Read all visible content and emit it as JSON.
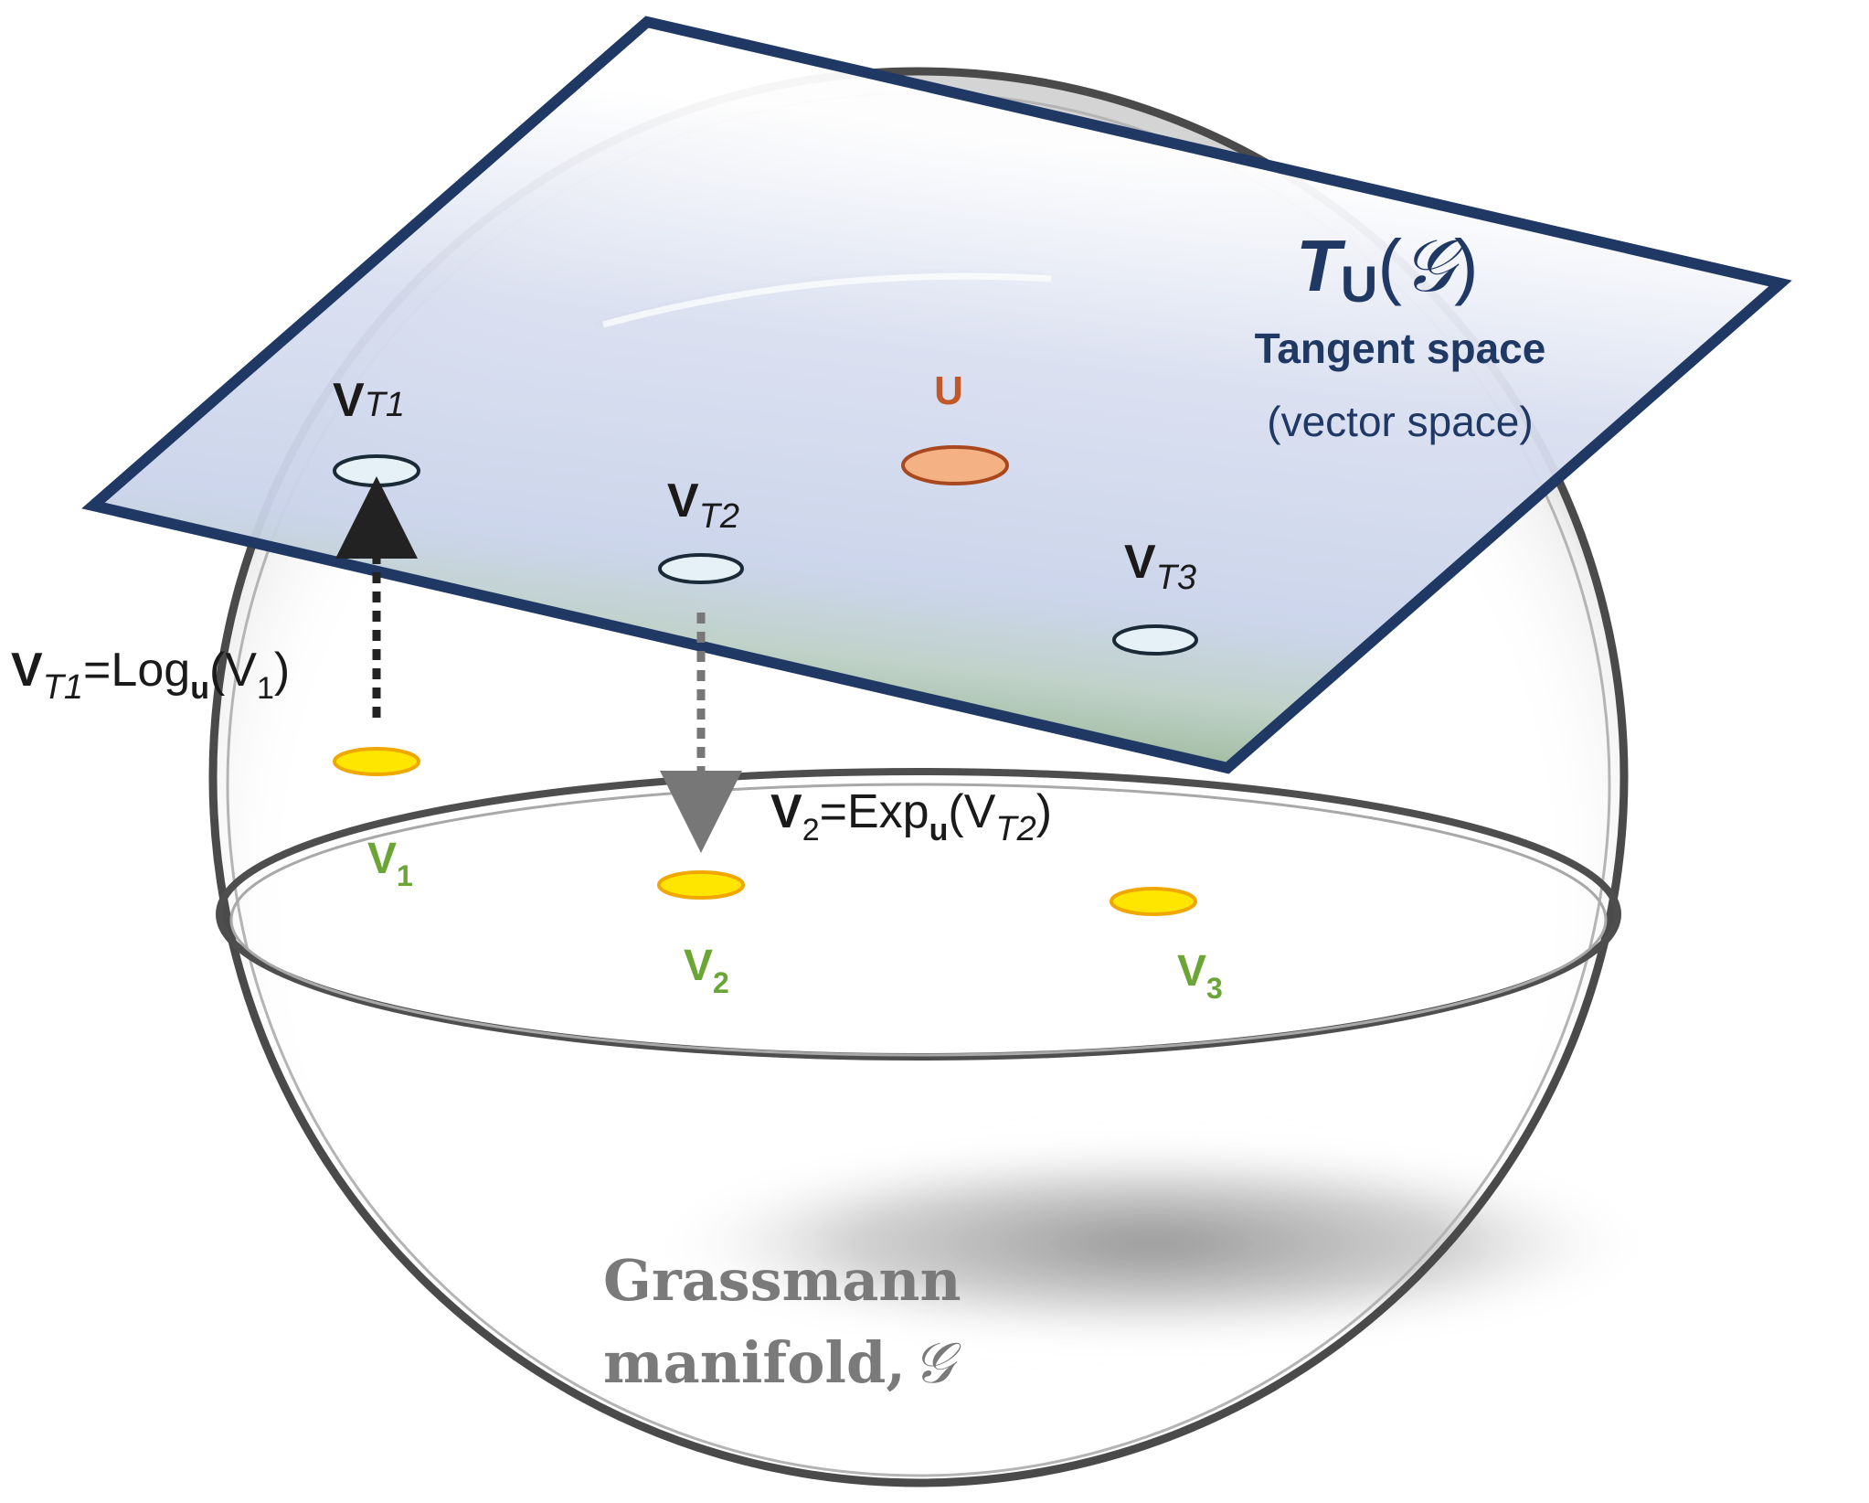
{
  "tangent_space": {
    "symbol_T": "T",
    "symbol_sub": "U",
    "symbol_open": "(",
    "symbol_G": "𝒢",
    "symbol_close": ")",
    "title": "Tangent space",
    "subtitle": "(vector space)"
  },
  "points": {
    "u": {
      "label": "U"
    },
    "vt1": {
      "main": "V",
      "sub": "T1"
    },
    "vt2": {
      "main": "V",
      "sub": "T2"
    },
    "vt3": {
      "main": "V",
      "sub": "T3"
    },
    "v1": {
      "main": "V",
      "sub": "1"
    },
    "v2": {
      "main": "V",
      "sub": "2"
    },
    "v3": {
      "main": "V",
      "sub": "3"
    }
  },
  "equations": {
    "log": {
      "lhs_main": "V",
      "lhs_sub": "T1",
      "eq": "=Log",
      "op_sub": "u",
      "open": "(V",
      "arg_sub": "1",
      "close": ")"
    },
    "exp": {
      "lhs_main": "V",
      "lhs_sub": "2",
      "eq": "=Exp",
      "op_sub": "u",
      "open": "(V",
      "arg_sub": "T2",
      "close": ")"
    }
  },
  "manifold": {
    "line1": "Grassmann",
    "line2": "manifold,",
    "symbol": "𝒢"
  },
  "colors": {
    "plane_border": "#1f3864",
    "tangent_point_fill": "#e6f1f7",
    "u_fill": "#f4b183",
    "u_stroke": "#a9481f",
    "manifold_point_fill": "#ffe600",
    "manifold_point_stroke": "#f0a800",
    "label_green": "#6aa535"
  }
}
